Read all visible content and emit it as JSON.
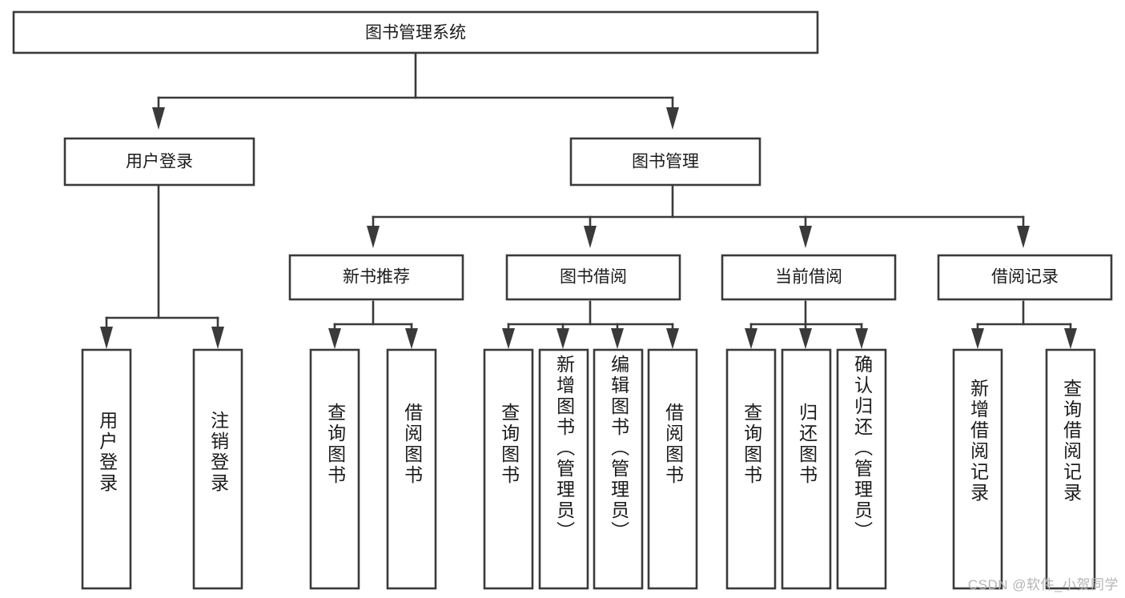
{
  "diagram": {
    "type": "tree",
    "title": "图书管理系统",
    "watermark": "CSDN @软件_小贺同学",
    "colors": {
      "stroke": "#3a3a3a",
      "fill": "#ffffff",
      "text": "#1b1b1b",
      "watermark": "#b4b4b4"
    },
    "root": {
      "label": "图书管理系统"
    },
    "level2": [
      {
        "id": "user-login",
        "label": "用户登录"
      },
      {
        "id": "book-manage",
        "label": "图书管理"
      }
    ],
    "level3": [
      {
        "id": "new-book-recommend",
        "label": "新书推荐"
      },
      {
        "id": "book-borrow",
        "label": "图书借阅"
      },
      {
        "id": "current-borrow",
        "label": "当前借阅"
      },
      {
        "id": "borrow-record",
        "label": "借阅记录"
      }
    ],
    "leaves": [
      {
        "id": "leaf-user-login",
        "label": "用户登录",
        "parent": "user-login"
      },
      {
        "id": "leaf-logout-login",
        "label": "注销登录",
        "parent": "user-login"
      },
      {
        "id": "leaf-query-book-1",
        "label": "查询图书",
        "parent": "new-book-recommend"
      },
      {
        "id": "leaf-borrow-book-1",
        "label": "借阅图书",
        "parent": "new-book-recommend"
      },
      {
        "id": "leaf-query-book-2",
        "label": "查询图书",
        "parent": "book-borrow"
      },
      {
        "id": "leaf-add-book",
        "label": "新增图书（管理员）",
        "parent": "book-borrow"
      },
      {
        "id": "leaf-edit-book",
        "label": "编辑图书（管理员）",
        "parent": "book-borrow"
      },
      {
        "id": "leaf-borrow-book-2",
        "label": "借阅图书",
        "parent": "book-borrow"
      },
      {
        "id": "leaf-query-book-3",
        "label": "查询图书",
        "parent": "current-borrow"
      },
      {
        "id": "leaf-return-book",
        "label": "归还图书",
        "parent": "current-borrow"
      },
      {
        "id": "leaf-confirm-return",
        "label": "确认归还（管理员）",
        "parent": "current-borrow"
      },
      {
        "id": "leaf-add-record",
        "label": "新增借阅记录",
        "parent": "borrow-record"
      },
      {
        "id": "leaf-query-record",
        "label": "查询借阅记录",
        "parent": "borrow-record"
      }
    ]
  },
  "chart_data": {
    "type": "table",
    "title": "图书管理系统",
    "nodes": [
      {
        "level": 0,
        "label": "图书管理系统",
        "children": [
          "用户登录",
          "图书管理"
        ]
      },
      {
        "level": 1,
        "label": "用户登录",
        "children": [
          "用户登录",
          "注销登录"
        ]
      },
      {
        "level": 1,
        "label": "图书管理",
        "children": [
          "新书推荐",
          "图书借阅",
          "当前借阅",
          "借阅记录"
        ]
      },
      {
        "level": 2,
        "label": "新书推荐",
        "children": [
          "查询图书",
          "借阅图书"
        ]
      },
      {
        "level": 2,
        "label": "图书借阅",
        "children": [
          "查询图书",
          "新增图书（管理员）",
          "编辑图书（管理员）",
          "借阅图书"
        ]
      },
      {
        "level": 2,
        "label": "当前借阅",
        "children": [
          "查询图书",
          "归还图书",
          "确认归还（管理员）"
        ]
      },
      {
        "level": 2,
        "label": "借阅记录",
        "children": [
          "新增借阅记录",
          "查询借阅记录"
        ]
      }
    ]
  }
}
